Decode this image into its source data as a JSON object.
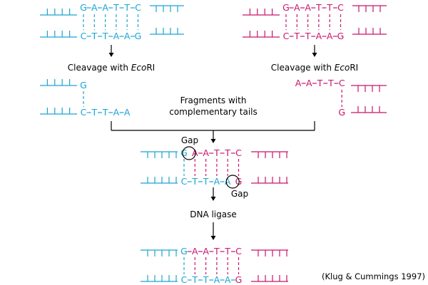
{
  "colors": {
    "blue": "#1aa3d4",
    "magenta": "#c8156e",
    "black": "#000000"
  },
  "sequences": {
    "top_ecori": [
      "G",
      "A",
      "A",
      "T",
      "T",
      "C"
    ],
    "bottom_ecori": [
      "C",
      "T",
      "T",
      "A",
      "A",
      "G"
    ],
    "sticky_top_letter": "G",
    "sticky_top_tail": [
      "C",
      "T",
      "T",
      "A",
      "A"
    ],
    "sticky_right_tail": [
      "A",
      "A",
      "T",
      "T",
      "C"
    ],
    "sticky_right_letter": "G"
  },
  "labels": {
    "cleavage_left_prefix": "Cleavage with ",
    "cleavage_left_italic": "Eco",
    "cleavage_left_suffix": "RI",
    "cleavage_right_prefix": "Cleavage with ",
    "cleavage_right_italic": "Eco",
    "cleavage_right_suffix": "RI",
    "fragments_line1": "Fragments with",
    "fragments_line2": "complementary tails",
    "gap_top": "Gap",
    "gap_bottom": "Gap",
    "ligase": "DNA ligase",
    "citation": "(Klug & Cummings 1997)"
  }
}
